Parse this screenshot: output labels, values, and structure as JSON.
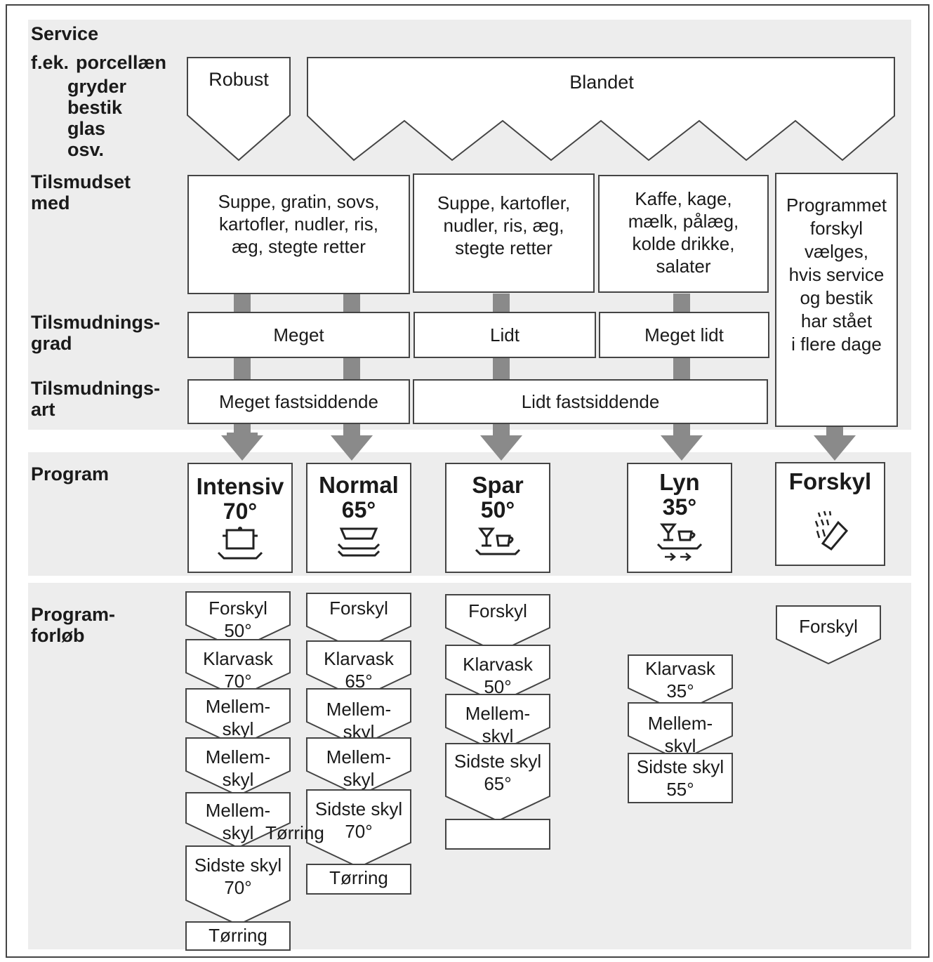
{
  "labels": {
    "service": "Service",
    "fek": "f.ek.",
    "items": [
      "porcellæn",
      "gryder",
      "bestik",
      "glas",
      "osv."
    ],
    "tilsmudset": "Tilsmudset\nmed",
    "grad": "Tilsmudnings-\ngrad",
    "art": "Tilsmudnings-\nart",
    "program": "Program",
    "forlob": "Program-\nforløb"
  },
  "service_types": {
    "robust": "Robust",
    "blandet": "Blandet"
  },
  "soil_food": [
    "Suppe, gratin, sovs,\nkartofler, nudler, ris,\næg, stegte retter",
    "Suppe, kartofler,\nnudler, ris, æg,\nstegte retter",
    "Kaffe, kage,\nmælk, pålæg,\nkolde drikke,\nsalater",
    "Programmet\nforskyl\nvælges,\nhvis service\nog bestik\nhar stået\ni flere dage"
  ],
  "soil_degree": [
    "Meget",
    "Lidt",
    "Meget lidt"
  ],
  "soil_type": [
    "Meget fastsiddende",
    "Lidt fastsiddende"
  ],
  "programs": [
    {
      "name": "Intensiv",
      "temp": "70°",
      "icon": "pot-icon"
    },
    {
      "name": "Normal",
      "temp": "65°",
      "icon": "plates-icon"
    },
    {
      "name": "Spar",
      "temp": "50°",
      "icon": "glass-cup-icon"
    },
    {
      "name": "Lyn",
      "temp": "35°",
      "icon": "glass-cup-fast-icon"
    },
    {
      "name": "Forskyl",
      "temp": "",
      "icon": "spray-icon"
    }
  ],
  "sequences": {
    "intensiv": [
      "Forskyl\n50°",
      "Klarvask\n70°",
      "Mellem-\nskyl",
      "Mellem-\nskyl",
      "Mellem-\nskyl",
      "Sidste skyl\n70°",
      "Tørring"
    ],
    "intensiv_extra": "Tørring",
    "normal": [
      "Forskyl",
      "Klarvask\n65°",
      "Mellem-\nskyl",
      "Mellem-\nskyl",
      "Sidste skyl\n70°",
      "Tørring"
    ],
    "spar": [
      "Forskyl",
      "Klarvask\n50°",
      "Mellem-\nskyl",
      "Sidste skyl\n65°",
      ""
    ],
    "lyn": [
      "Klarvask\n35°",
      "Mellem-\nskyl",
      "Sidste skyl\n55°"
    ],
    "forskyl": [
      "Forskyl"
    ]
  },
  "colors": {
    "band": "#ededed",
    "connector": "#8a8a8a",
    "border": "#444444"
  }
}
